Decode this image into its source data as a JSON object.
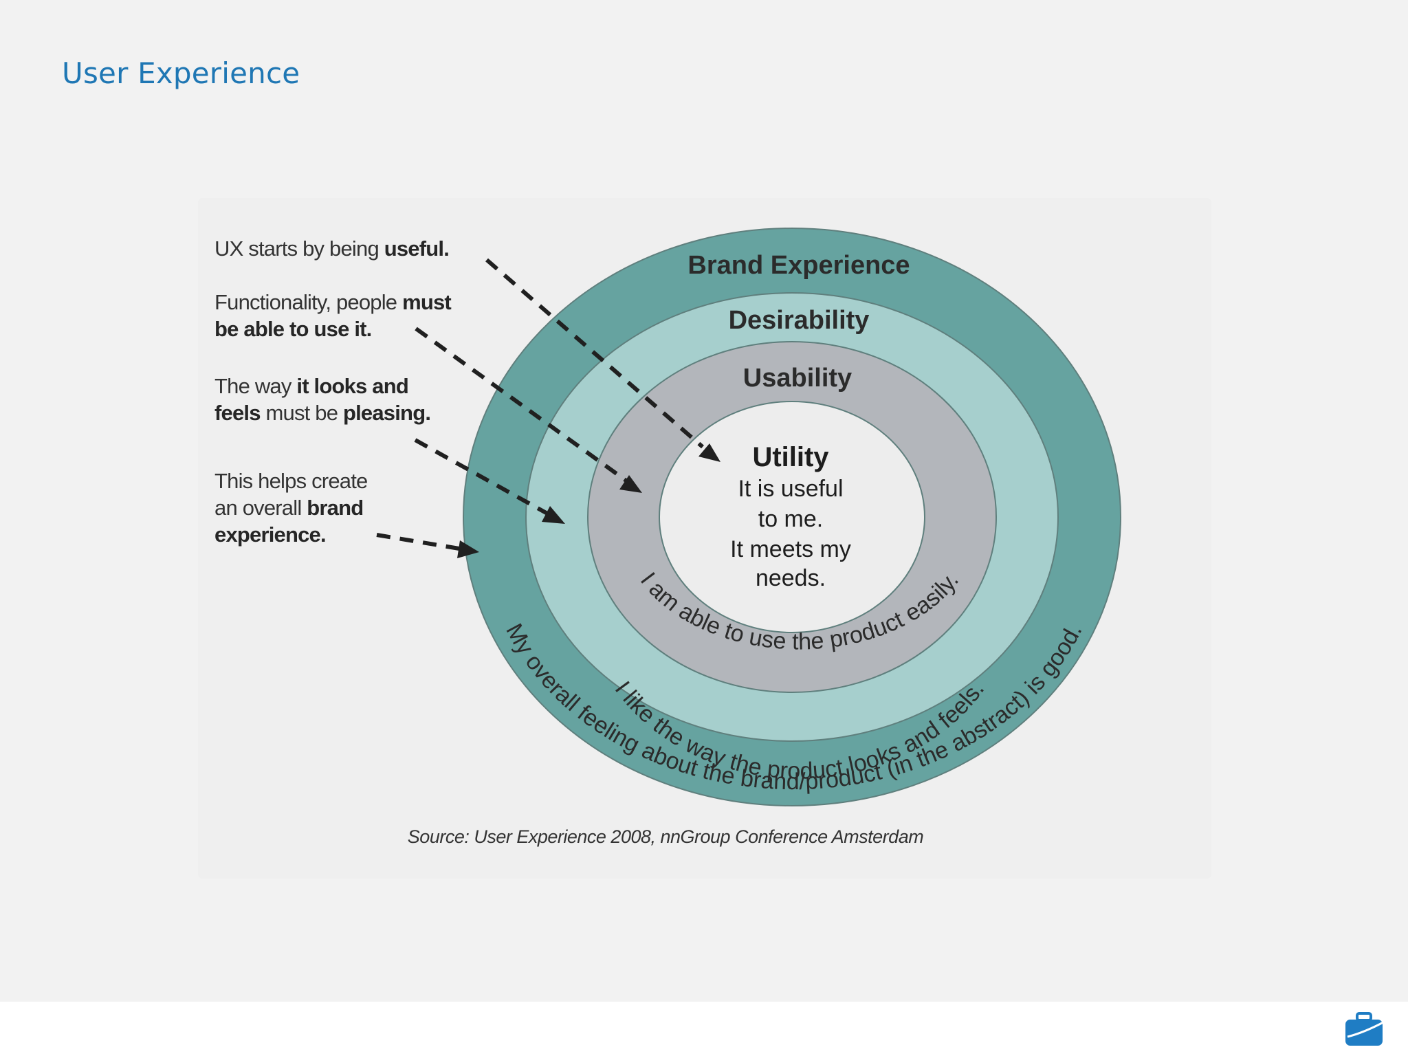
{
  "slide": {
    "title": "User Experience"
  },
  "diagram": {
    "layers": [
      {
        "title": "Brand Experience",
        "arc_text": "My overall feeling about the brand/product (in the abstract) is good.",
        "color": "#66a3a0"
      },
      {
        "title": "Desirability",
        "arc_text": "I like the way the product looks and feels.",
        "color": "#a6cfcd"
      },
      {
        "title": "Usability",
        "arc_text": "I am able to use the product easily.",
        "color": "#b3b6bb"
      },
      {
        "title": "Utility",
        "lines": [
          "It is useful",
          "to me.",
          "It meets my",
          "needs."
        ],
        "color": "#ededed"
      }
    ],
    "labels": [
      {
        "lines": [
          [
            {
              "t": "UX starts by being "
            },
            {
              "t": "useful.",
              "b": true
            }
          ]
        ]
      },
      {
        "lines": [
          [
            {
              "t": "Functionality, people "
            },
            {
              "t": "must",
              "b": true
            }
          ],
          [
            {
              "t": "be able to use it.",
              "b": true
            }
          ]
        ]
      },
      {
        "lines": [
          [
            {
              "t": "The way "
            },
            {
              "t": "it looks and",
              "b": true
            }
          ],
          [
            {
              "t": "feels",
              "b": true
            },
            {
              "t": " must be "
            },
            {
              "t": "pleasing.",
              "b": true
            }
          ]
        ]
      },
      {
        "lines": [
          [
            {
              "t": "This helps create"
            }
          ],
          [
            {
              "t": "an overall "
            },
            {
              "t": "brand",
              "b": true
            }
          ],
          [
            {
              "t": "experience.",
              "b": true
            }
          ]
        ]
      }
    ],
    "source": "Source: User Experience 2008, nnGroup Conference Amsterdam",
    "ring_stroke": "#5f7f7d"
  },
  "footer": {
    "logo_icon": "briefcase-icon",
    "logo_color": "#1f7dc4"
  }
}
